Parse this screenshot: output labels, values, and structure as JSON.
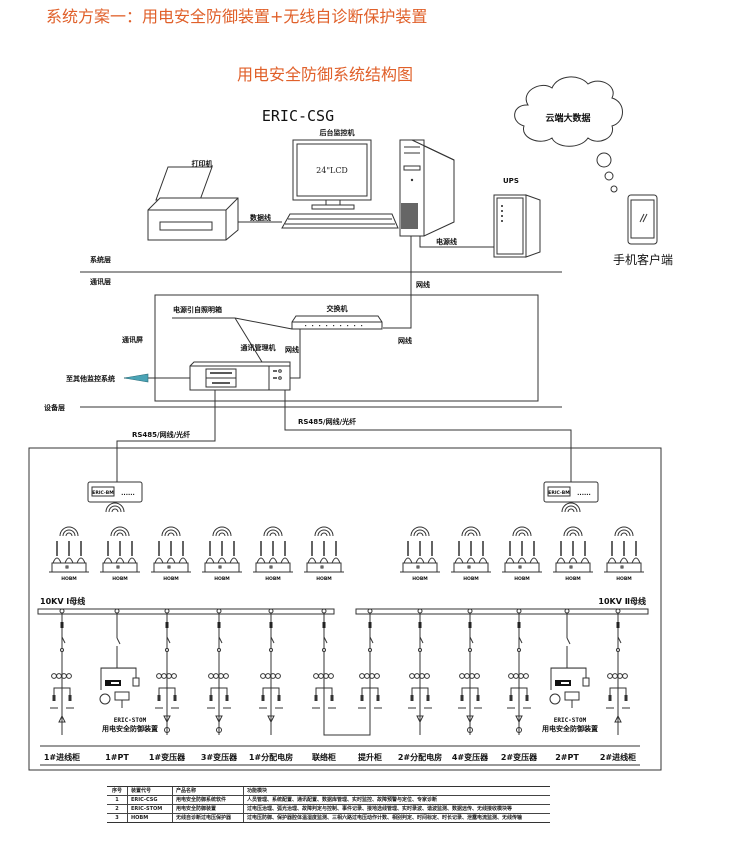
{
  "page_heading": "系统方案一：用电安全防御装置+无线自诊断保护装置",
  "diagram": {
    "title": "用电安全防御系统结构图",
    "system_name": "ERIC-CSG",
    "colors": {
      "title": "#e0602a",
      "line": "#333333",
      "antenna": "#4aa3b5"
    },
    "system_layer": {
      "printer_label": "打印机",
      "monitor_label": "后台监控机",
      "monitor_screen_text": "24\"LCD",
      "data_cable_label": "数据线",
      "ups_label": "UPS",
      "power_cable_label": "电源线",
      "cloud_label": "云端大数据",
      "mobile_label": "手机客户端"
    },
    "layers": {
      "system": "系统层",
      "comm": "通讯层",
      "device": "设备层"
    },
    "comm_layer": {
      "panel_label": "通讯屏",
      "switch_label": "交换机",
      "power_source_label": "电源引自照明箱",
      "comm_manager_label": "通讯管理机",
      "network_label_1": "网线",
      "network_label_2": "网线",
      "network_label_3": "网线",
      "other_systems_label": "至其他监控系统",
      "rs485_left": "RS485/网线/光纤",
      "rs485_right": "RS485/网线/光纤"
    },
    "device_layer": {
      "receiver_left": "ERIC-BM",
      "receiver_right": "ERIC-BM",
      "receiver_dots": "......",
      "sensor_label": "HOBM",
      "bus_left": "10KV Ⅰ母线",
      "bus_right": "10KV Ⅱ母线",
      "stom_model": "ERIC-STOM",
      "stom_name": "用电安全防御装置",
      "cabinets": [
        "1#进线柜",
        "1#PT",
        "1#变压器",
        "3#变压器",
        "1#分配电房",
        "联络柜",
        "提升柜",
        "2#分配电房",
        "4#变压器",
        "2#变压器",
        "2#PT",
        "2#进线柜"
      ]
    }
  },
  "spec_table": {
    "headers": [
      "序号",
      "装置代号",
      "产品名称",
      "功能模块"
    ],
    "rows": [
      [
        "1",
        "ERIC-CSG",
        "用电安全防御系统软件",
        "人员管理、系统配置、通讯配置、数据库管理、实时监控、故障预警与定位、专家诊断"
      ],
      [
        "2",
        "ERIC-STOM",
        "用电安全防御装置",
        "过电压治理、弧光治理、故障判定与控制、事件记录、接地选线管理、实时录波、谐波监测、数据远传、无线接收模块等"
      ],
      [
        "3",
        "HOBM",
        "无线自诊断过电压保护器",
        "过电压防御、保护器腔体温湿度监测、三相六路过电压动作计数、相别判定、时间标定、时长记录、泄露电流监测、无线传输"
      ]
    ]
  }
}
